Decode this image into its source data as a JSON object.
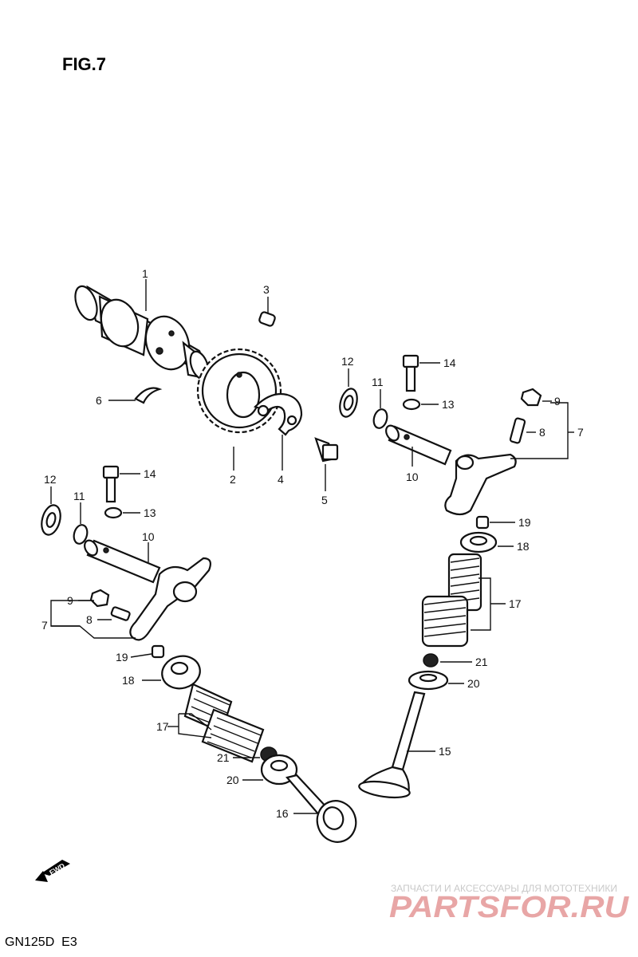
{
  "figure_title": "FIG.7",
  "model_code": "GN125D  E3",
  "fwd_label": "FWD",
  "watermark": {
    "tagline": "ЗАПЧАСТИ И АКСЕССУАРЫ ДЛЯ МОТОТЕХНИКИ",
    "brand": "PARTSFOR.RU"
  },
  "labels": {
    "p1": "1",
    "p2": "2",
    "p3": "3",
    "p4": "4",
    "p5": "5",
    "p6": "6",
    "p7_upper": "7",
    "p8_upper": "8",
    "p9_upper": "9",
    "p10_upper": "10",
    "p11_upper": "11",
    "p12_upper": "12",
    "p13_upper": "13",
    "p14_upper": "14",
    "p12_lower": "12",
    "p11_lower": "11",
    "p14_lower": "14",
    "p13_lower": "13",
    "p10_lower": "10",
    "p9_lower": "9",
    "p8_lower": "8",
    "p7_lower": "7",
    "p19_right": "19",
    "p18_right": "18",
    "p17_right": "17",
    "p21_right": "21",
    "p20_right": "20",
    "p15": "15",
    "p19_left": "19",
    "p18_left": "18",
    "p17_left": "17",
    "p21_left": "21",
    "p20_left": "20",
    "p16": "16"
  }
}
